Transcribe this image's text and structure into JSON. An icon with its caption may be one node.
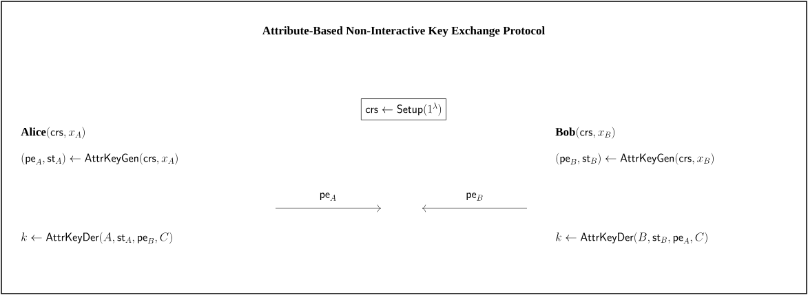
{
  "diagram": {
    "title": "Attribute-Based Non-Interactive Key Exchange Protocol",
    "nodes": [
      {
        "text": [
          "\\mathsf{crs} \\leftarrow \\mathsf{Setup}(1^\\lambda)"
        ]
      }
    ],
    "labels": [
      "\\mathbf{Alice}(\\mathsf{crs}, x_A)",
      "\\mathbf{Bob}(\\mathsf{crs}, x_B)",
      "(\\mathsf{pe}_A, \\mathsf{st}_A) \\leftarrow \\mathsf{AttrKeyGen}(\\mathsf{crs}, x_A)",
      "(\\mathsf{pe}_B, \\mathsf{st}_B) \\leftarrow \\mathsf{AttrKeyGen}(\\mathsf{crs}, x_B)",
      "\\mathsf{pe}_A",
      "\\mathsf{pe}_B",
      "k \\leftarrow \\mathsf{AttrKeyDer}(A, \\mathsf{st}_A, \\mathsf{pe}_B, C)",
      "k \\leftarrow \\mathsf{AttrKeyDer}(B, \\mathsf{st}_B, \\mathsf{pe}_A, C)"
    ]
  }
}
